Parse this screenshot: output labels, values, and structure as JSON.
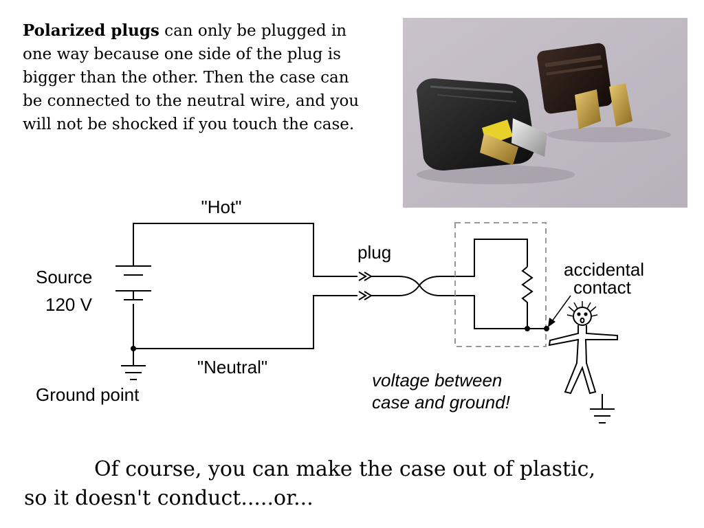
{
  "intro": {
    "bold": "Polarized plugs",
    "rest": " can only be plugged in one way because one side of the plug is bigger than the other.   Then the case can be connected to the neutral wire, and you will not be shocked if you touch the case."
  },
  "photo": {
    "icon": "polarized-plug-photo"
  },
  "diagram": {
    "hot_label": "\"Hot\"",
    "neutral_label": "\"Neutral\"",
    "source_label": "Source",
    "voltage_label": "120 V",
    "ground_label": "Ground point",
    "plug_label": "plug",
    "contact_line1": "accidental",
    "contact_line2": "contact",
    "warning_line1": "voltage between",
    "warning_line2": "case and ground!"
  },
  "conclusion": {
    "line1": "Of course, you can make the case out of plastic,",
    "line2": "so it doesn't conduct.....or..."
  }
}
